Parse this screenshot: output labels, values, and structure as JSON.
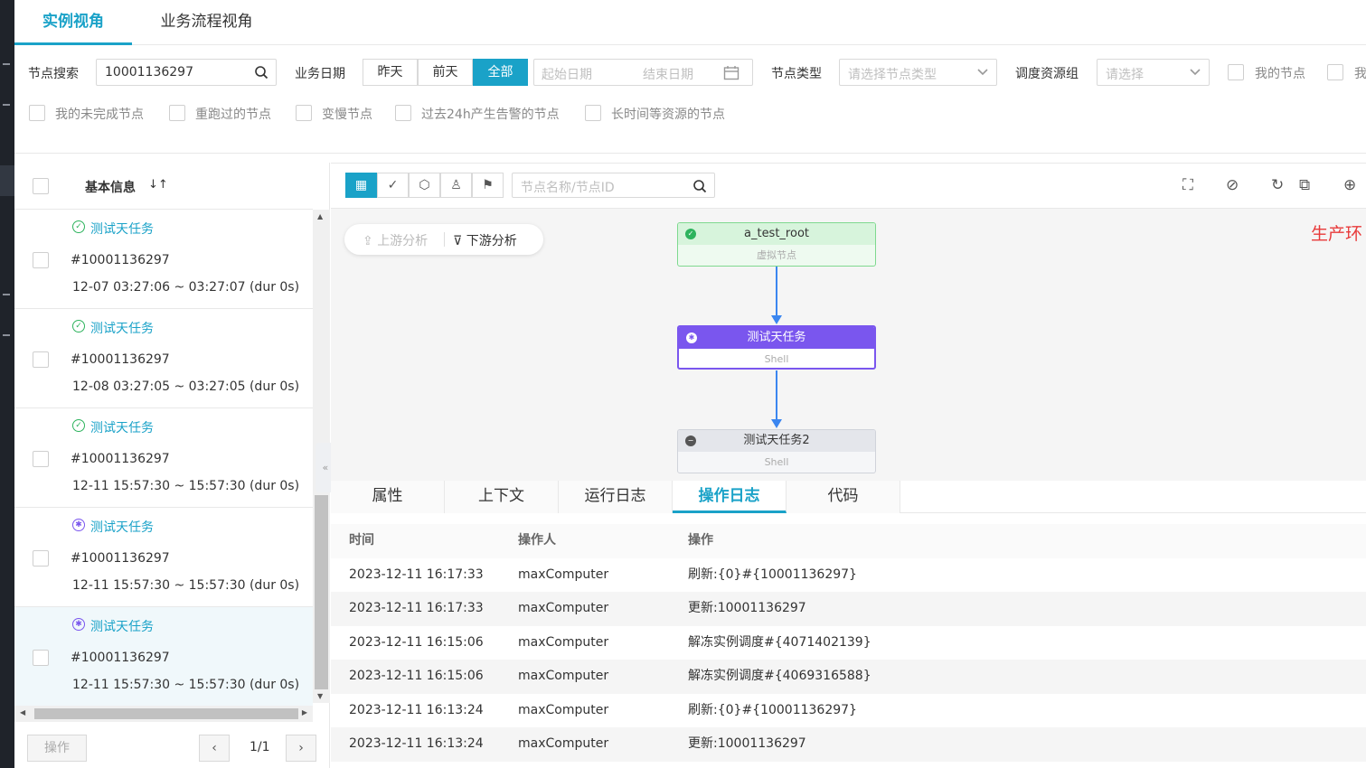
{
  "top_tabs": [
    "实例视角",
    "业务流程视角"
  ],
  "filters": {
    "search_label": "节点搜索",
    "search_value": "10001136297",
    "bizdate_label": "业务日期",
    "date_options": [
      "昨天",
      "前天",
      "全部"
    ],
    "start_date_placeholder": "起始日期",
    "end_date_placeholder": "结束日期",
    "node_type_label": "节点类型",
    "node_type_placeholder": "请选择节点类型",
    "resource_group_label": "调度资源组",
    "resource_group_placeholder": "请选择",
    "checkbox_my_nodes": "我的节点",
    "checkbox_overflow": "我",
    "checkboxes": [
      "我的未完成节点",
      "重跑过的节点",
      "变慢节点",
      "过去24h产生告警的节点",
      "长时间等资源的节点"
    ]
  },
  "list": {
    "header": "基本信息",
    "items": [
      {
        "name": "测试天任务",
        "id": "#10001136297",
        "time": "12-07 03:27:06 ~ 03:27:07 (dur 0s)",
        "status": "success"
      },
      {
        "name": "测试天任务",
        "id": "#10001136297",
        "time": "12-08 03:27:05 ~ 03:27:05 (dur 0s)",
        "status": "success"
      },
      {
        "name": "测试天任务",
        "id": "#10001136297",
        "time": "12-11 15:57:30 ~ 15:57:30 (dur 0s)",
        "status": "success"
      },
      {
        "name": "测试天任务",
        "id": "#10001136297",
        "time": "12-11 15:57:30 ~ 15:57:30 (dur 0s)",
        "status": "running"
      },
      {
        "name": "测试天任务",
        "id": "#10001136297",
        "time": "12-11 15:57:30 ~ 15:57:30 (dur 0s)",
        "status": "running"
      }
    ],
    "action_button": "操作",
    "page": "1/1"
  },
  "graph": {
    "search_placeholder": "节点名称/节点ID",
    "upstream_label": "上游分析",
    "downstream_label": "下游分析",
    "env_label": "生产环",
    "nodes": [
      {
        "name": "a_test_root",
        "sub": "虚拟节点",
        "status": "success"
      },
      {
        "name": "测试天任务",
        "sub": "Shell",
        "status": "running"
      },
      {
        "name": "测试天任务2",
        "sub": "Shell",
        "status": "paused"
      }
    ]
  },
  "bottom_tabs": [
    "属性",
    "上下文",
    "运行日志",
    "操作日志",
    "代码"
  ],
  "log": {
    "headers": [
      "时间",
      "操作人",
      "操作"
    ],
    "rows": [
      [
        "2023-12-11 16:17:33",
        "maxComputer",
        "刷新:{0}#{10001136297}"
      ],
      [
        "2023-12-11 16:17:33",
        "maxComputer",
        "更新:10001136297"
      ],
      [
        "2023-12-11 16:15:06",
        "maxComputer",
        "解冻实例调度#{4071402139}"
      ],
      [
        "2023-12-11 16:15:06",
        "maxComputer",
        "解冻实例调度#{4069316588}"
      ],
      [
        "2023-12-11 16:13:24",
        "maxComputer",
        "刷新:{0}#{10001136297}"
      ],
      [
        "2023-12-11 16:13:24",
        "maxComputer",
        "更新:10001136297"
      ]
    ]
  },
  "colors": {
    "accent": "#1aa2c8",
    "success": "#2db35d",
    "running": "#7a56ee",
    "edge": "#3b86f0",
    "env": "#e83a3a"
  }
}
